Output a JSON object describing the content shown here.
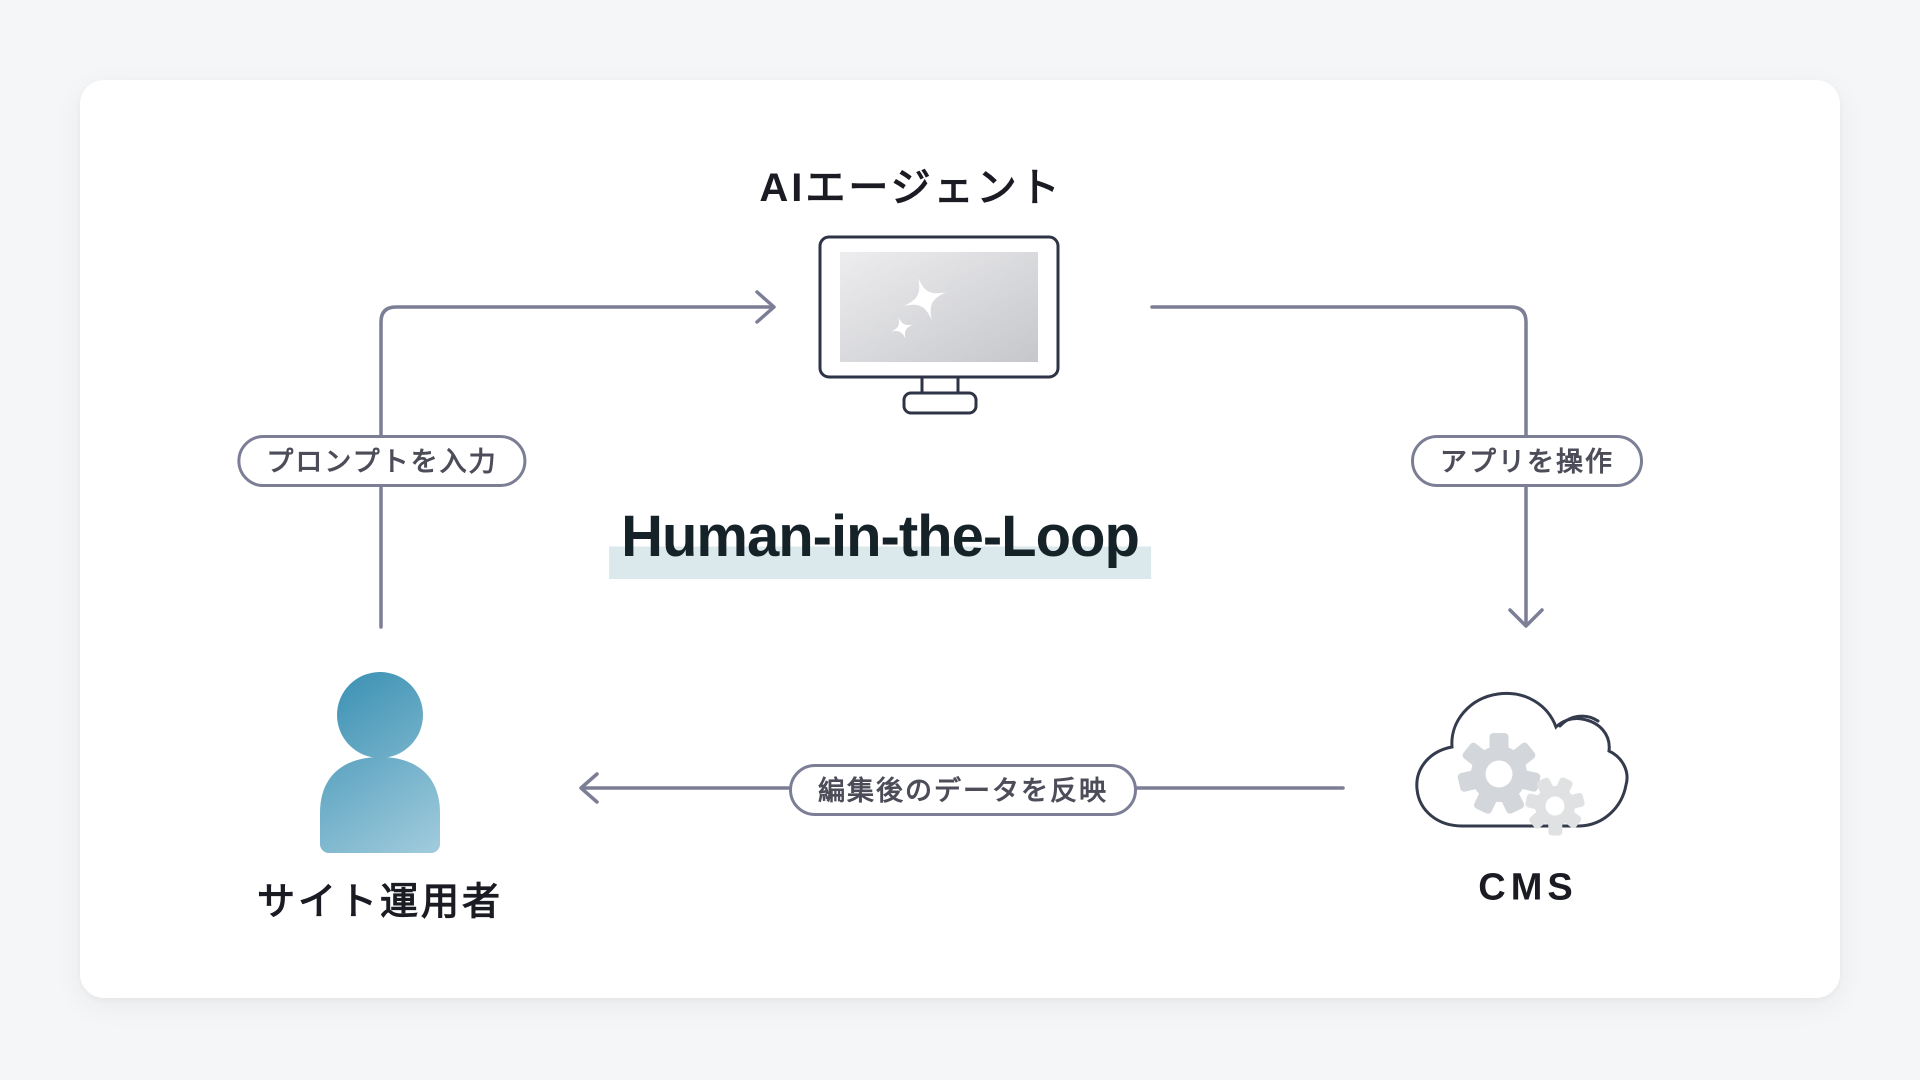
{
  "diagram": {
    "title": "Human-in-the-Loop",
    "nodes": {
      "agent": {
        "label": "AIエージェント",
        "icon": "monitor-sparkle-icon"
      },
      "operator": {
        "label": "サイト運用者",
        "icon": "person-icon"
      },
      "cms": {
        "label": "CMS",
        "icon": "cloud-gears-icon"
      }
    },
    "edges": {
      "prompt": {
        "label": "プロンプトを入力",
        "from": "operator",
        "to": "agent"
      },
      "operate": {
        "label": "アプリを操作",
        "from": "agent",
        "to": "cms"
      },
      "reflect": {
        "label": "編集後のデータを反映",
        "from": "cms",
        "to": "operator"
      }
    },
    "colors": {
      "background": "#f5f6f7",
      "card": "#ffffff",
      "line": "#7c7e96",
      "pill_border": "#7c7e96",
      "pill_text": "#4c4d59",
      "node_label": "#1a1b23",
      "title_text": "#152329",
      "title_highlight": "#dbe8ec",
      "icon_stroke": "#2e3445",
      "cloud_stroke": "#343b4d",
      "gear_gray": "#d3d6da",
      "gear_gray_light": "#dfe1e3",
      "person_gradient_start": "#3a90b3",
      "person_gradient_end": "#a9d0e0",
      "screen_gradient_start": "#ededef",
      "screen_gradient_end": "#c6c7cb"
    }
  }
}
